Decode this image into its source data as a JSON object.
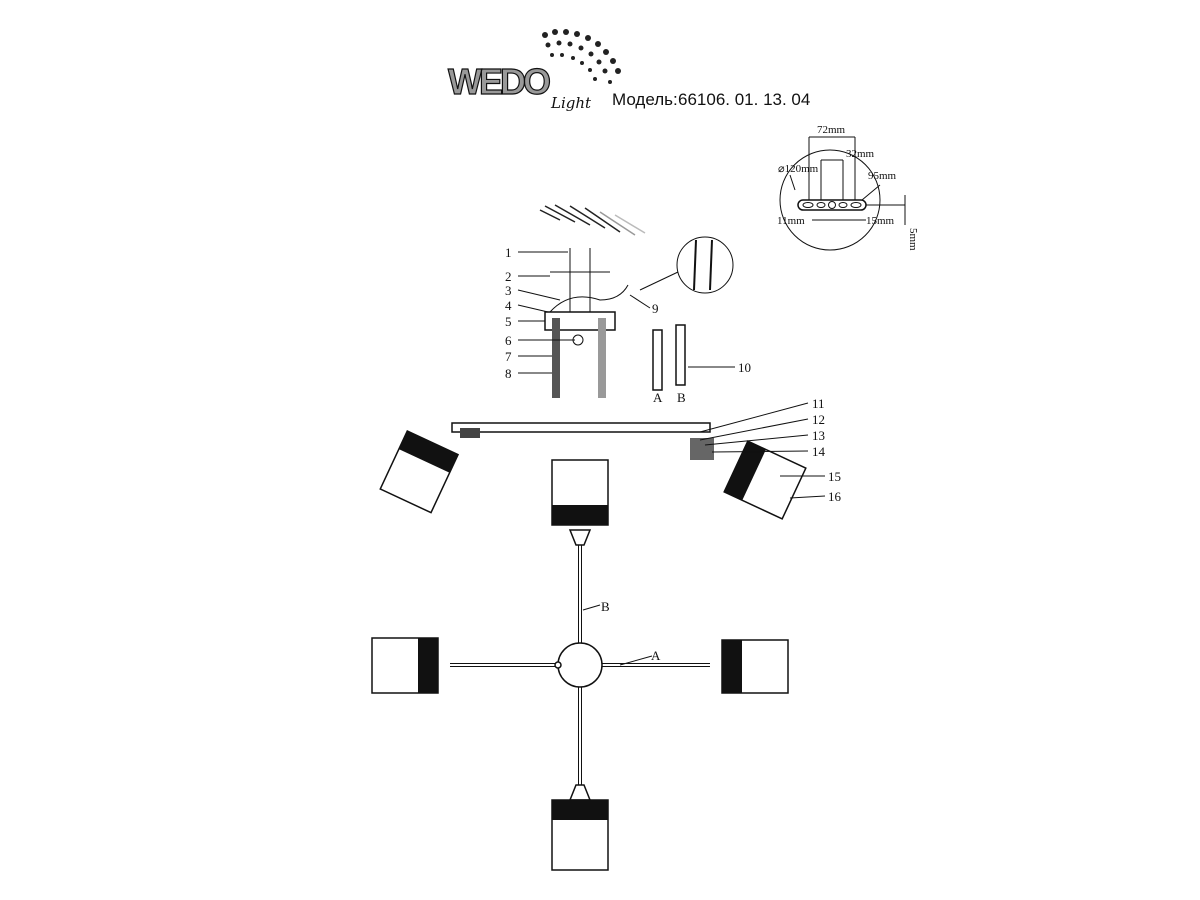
{
  "logo": {
    "brand": "WEDO",
    "sub": "Light"
  },
  "header": {
    "model_label": "Модель:",
    "model_number": "66106. 01. 13. 04"
  },
  "mounting_plate": {
    "dimensions": {
      "diameter": "⌀120mm",
      "width_72": "72mm",
      "width_32": "32mm",
      "length_95": "95mm",
      "left_11": "11mm",
      "right_15": "15mm",
      "height_5": "5mm"
    }
  },
  "parts": {
    "labels": [
      "1",
      "2",
      "3",
      "4",
      "5",
      "6",
      "7",
      "8",
      "9",
      "10",
      "11",
      "12",
      "13",
      "14",
      "15",
      "16"
    ],
    "rod_a": "A",
    "rod_b": "B"
  },
  "assembly": {
    "arm_a": "A",
    "arm_b": "B"
  }
}
